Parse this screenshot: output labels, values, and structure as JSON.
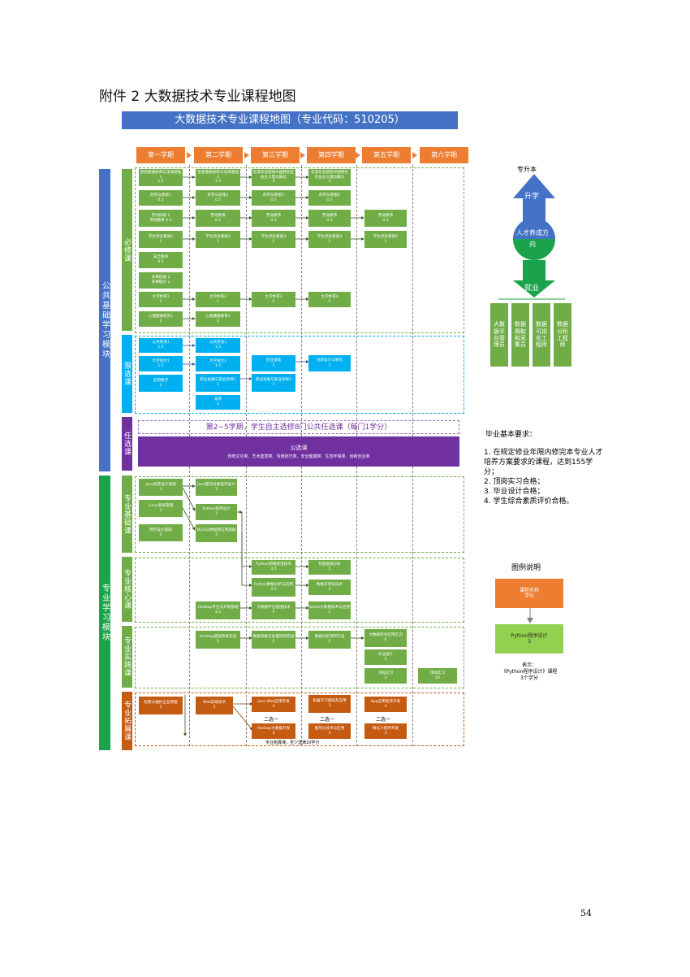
{
  "doc_title": "附件 2   大数据技术专业课程地图",
  "banner": "大数据技术专业课程地图（专业代码：510205）",
  "semesters": [
    "第一学期",
    "第二学期",
    "第三学期",
    "第四学期",
    "第五学期",
    "第六学期"
  ],
  "modules": {
    "public": "公共基础学习模块",
    "professional": "专业学习模块"
  },
  "categories": {
    "required": "必修课",
    "limited": "限选课",
    "elective": "任选课",
    "foundation": "专业基础课",
    "core": "专业核心课",
    "practice": "专业实践课",
    "expansion": "专业拓展课"
  },
  "courses": {
    "r1": [
      "思想道德修养与法律基础1",
      "1.5"
    ],
    "r2": [
      "思想道德修养与法律基础2",
      "1.5"
    ],
    "r3": [
      "毛泽东思想和中国特色社会主义理论概论",
      "3"
    ],
    "r4": [
      "毛泽东思想和中国特色社会主义理论概论",
      "2"
    ],
    "r5": [
      "形势与政策1",
      "0.5"
    ],
    "r6": [
      "形势与政策2",
      "0.5"
    ],
    "r7": [
      "形势与政策3",
      "0.5"
    ],
    "r8": [
      "形势与政策4",
      "0.5"
    ],
    "r9": [
      "劳动技能 1",
      "劳动教育 0.2"
    ],
    "r10": [
      "劳动教育",
      "0.2"
    ],
    "r11": [
      "劳动教育",
      "0.2"
    ],
    "r12": [
      "劳动教育",
      "0.2"
    ],
    "r13": [
      "劳动教育",
      "0.2"
    ],
    "r14": [
      "学生综合素质1",
      "1"
    ],
    "r15": [
      "学生综合素质2",
      "1"
    ],
    "r16": [
      "学生综合素质3",
      "1"
    ],
    "r17": [
      "学生综合素质4",
      "1"
    ],
    "r18": [
      "学生综合素质5",
      "1"
    ],
    "r19": [
      "安全教育",
      "0.5"
    ],
    "r20": [
      "军事技能 2",
      "军事理论 2"
    ],
    "r21": [
      "大学体育1",
      "1"
    ],
    "r22": [
      "大学体育2",
      "1"
    ],
    "r23": [
      "大学体育3",
      "1"
    ],
    "r24": [
      "大学体育4",
      "1"
    ],
    "r25": [
      "心理健康教育1",
      "2"
    ],
    "r26": [
      "心理健康教育2",
      "2"
    ],
    "l1": [
      "公共英语1",
      "1.5"
    ],
    "l2": [
      "公共英语2",
      "1.5"
    ],
    "l3": [
      "大学语文1",
      "1.5"
    ],
    "l4": [
      "大学语文2",
      "1.5"
    ],
    "l5": [
      "应用数学",
      "2"
    ],
    "l6": [
      "职业发展与就业指导1",
      "1"
    ],
    "l7": [
      "职业发展与就业指导2",
      "1"
    ],
    "l8": [
      "美育",
      "2"
    ],
    "l9": [
      "创业基础",
      "2"
    ],
    "l10": [
      "创新设计与制作",
      "1"
    ],
    "f1": [
      "Java程序设计基础",
      "3"
    ],
    "f2": [
      "Java面向对象程序设计",
      "3"
    ],
    "f3": [
      "Linux系统管理",
      "3"
    ],
    "f4": [
      "Python程序设计",
      "3"
    ],
    "f5": [
      "网页设计基础",
      "3"
    ],
    "f6": [
      "MySQL数据库应用基础",
      "3"
    ],
    "k1": [
      "Python网络爬虫技术",
      "4.5"
    ],
    "k2": [
      "智能数据分析",
      "5"
    ],
    "k3": [
      "Python数据分析与应用",
      "4.5"
    ],
    "k4": [
      "数据可视化技术",
      "5"
    ],
    "k5": [
      "Hadoop平台与开发基础",
      "4.5"
    ],
    "k6": [
      "大数据平台运维技术",
      "5"
    ],
    "k7": [
      "Spark大数据技术与应用",
      "5"
    ],
    "p1": [
      "Hadoop基础项目实战",
      "2"
    ],
    "p2": [
      "数据采集与处理项目实战",
      "2"
    ],
    "p3": [
      "数据分析项目实战",
      "2"
    ],
    "p4": [
      "大数据综合应用实训",
      "6"
    ],
    "p5": [
      "毕业设计",
      "5"
    ],
    "p6": [
      "顶岗实习",
      "3"
    ],
    "p7": [
      "顶岗实习",
      "20"
    ],
    "e1": [
      "组建与维护企业网络",
      "2"
    ],
    "e2": [
      "Web前端技术",
      "3"
    ],
    "e3": [
      "Java Web应用开发",
      "3"
    ],
    "e4": [
      "Hadoop大数据开发",
      "3"
    ],
    "e5": [
      "机器学习基础及应用",
      "3"
    ],
    "e6": [
      "图形化技术与应用",
      "3"
    ],
    "e7": [
      "App应用程序开发",
      "3"
    ],
    "e8": [
      "微信小程序开发",
      "3"
    ]
  },
  "choose_one": "二选一",
  "expansion_note": "专业拓展课，至少选满10学分",
  "public_elective": {
    "note": "第2−5学期，学生自主选修8门公共任选课（每门1学分）",
    "title": "公选课",
    "subtitle": "传统文化类、艺术鉴赏类、沟通技巧类、安全健康类、生态环保类、创新创业类"
  },
  "career": {
    "upgrade_title": "专升本",
    "upgrade": "升学",
    "center": "人才养成方向",
    "employment": "就业",
    "jobs": [
      "大数据平台管理员",
      "数据爬取和采集员",
      "数据可视化工程师",
      "数据分析工程师"
    ]
  },
  "graduation": {
    "title": "毕业基本要求：",
    "items": [
      "1. 在规定修业年限内修完本专业人才培养方案要求的课程，达到155学分；",
      "2. 顶岗实习合格；",
      "3. 毕业设计合格；",
      "4. 学生综合素质评价合格。"
    ]
  },
  "legend": {
    "title": "图例说明",
    "box1": [
      "课程名称",
      "学分"
    ],
    "box2": [
      "Python程序设计",
      "3"
    ],
    "caption": [
      "表示：",
      "《Python程序设计》课程",
      "3个学分"
    ]
  },
  "page_number": "54",
  "colors": {
    "banner": "#4472c4",
    "semester": "#ed7d31",
    "required": "#70ad47",
    "limited": "#00b0f0",
    "elective": "#7030a0",
    "expansion": "#c55a11"
  }
}
